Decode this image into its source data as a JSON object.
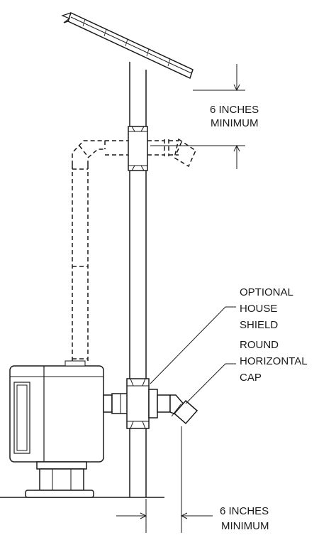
{
  "labels": {
    "top_clearance_line1": "6 INCHES",
    "top_clearance_line2": "MINIMUM",
    "shield_line1": "OPTIONAL",
    "shield_line2": "HOUSE",
    "shield_line3": "SHIELD",
    "cap_line1": "ROUND",
    "cap_line2": "HORIZONTAL",
    "cap_line3": "CAP",
    "bottom_clearance_line1": "6 INCHES",
    "bottom_clearance_line2": "MINIMUM"
  },
  "colors": {
    "ink": "#1a1a1a",
    "background": "#ffffff"
  }
}
